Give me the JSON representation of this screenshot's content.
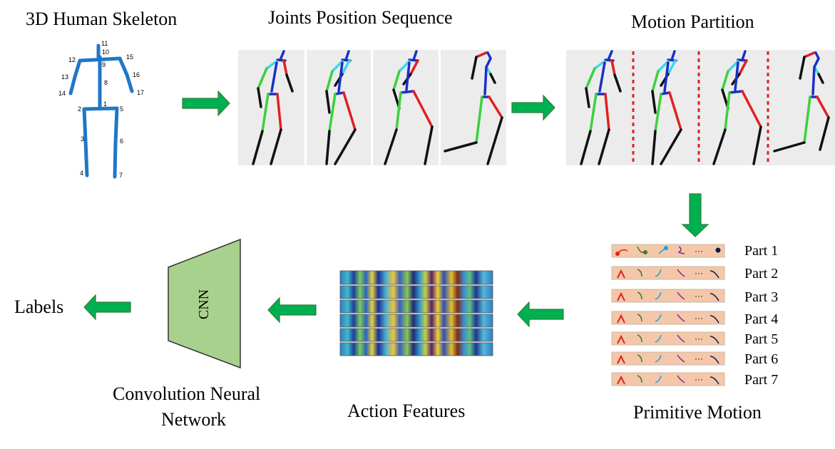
{
  "titles": {
    "skeleton": "3D Human Skeleton",
    "joints": "Joints Position Sequence",
    "partition": "Motion Partition",
    "primitive": "Primitive Motion",
    "features": "Action Features",
    "cnn_line1": "Convolution Neural",
    "cnn_line2": "Network",
    "labels": "Labels"
  },
  "cnn_label": "CNN",
  "parts": [
    "Part 1",
    "Part 2",
    "Part 3",
    "Part 4",
    "Part 5",
    "Part 6",
    "Part 7"
  ],
  "joint_numbers": [
    "1",
    "2",
    "3",
    "4",
    "5",
    "6",
    "7",
    "8",
    "9",
    "10",
    "11",
    "12",
    "13",
    "14",
    "15",
    "16",
    "17"
  ],
  "colors": {
    "arrow": "#00b050",
    "arrow_border": "#2f7d3a",
    "skeleton": "#1f77c8",
    "cnn_fill": "#a9d18e",
    "primitive_bar": "#f4c7a8",
    "partition_line": "#e02020"
  }
}
